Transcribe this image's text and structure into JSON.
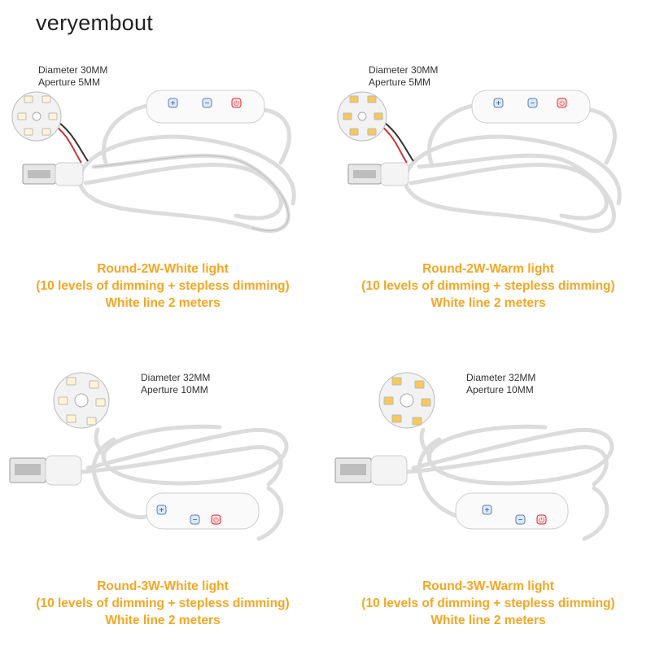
{
  "brand": "veryembout",
  "products": [
    {
      "diameter": "Diameter 30MM",
      "aperture": "Aperture 5MM",
      "title": "Round-2W-White light",
      "subtitle": "(10 levels of dimming + stepless dimming)",
      "line": "White line 2 meters",
      "led_color": "#fff4d6"
    },
    {
      "diameter": "Diameter 30MM",
      "aperture": "Aperture 5MM",
      "title": "Round-2W-Warm light",
      "subtitle": "(10 levels of dimming + stepless dimming)",
      "line": "White line 2 meters",
      "led_color": "#f7c85a"
    },
    {
      "diameter": "Diameter 32MM",
      "aperture": "Aperture 10MM",
      "title": "Round-3W-White light",
      "subtitle": "(10 levels of dimming + stepless dimming)",
      "line": "White line 2 meters",
      "led_color": "#fff4d6"
    },
    {
      "diameter": "Diameter 32MM",
      "aperture": "Aperture 10MM",
      "title": "Round-3W-Warm light",
      "subtitle": "(10 levels of dimming + stepless dimming)",
      "line": "White line 2 meters",
      "led_color": "#f7c85a"
    }
  ],
  "dimmer": {
    "up_label": "Up",
    "down_label": "Down",
    "power_label": "On/Off"
  },
  "colors": {
    "caption": "#f5a623",
    "cable": "#e9e9e9",
    "power_button": "#d9242a",
    "board": "#f2f2f2"
  }
}
